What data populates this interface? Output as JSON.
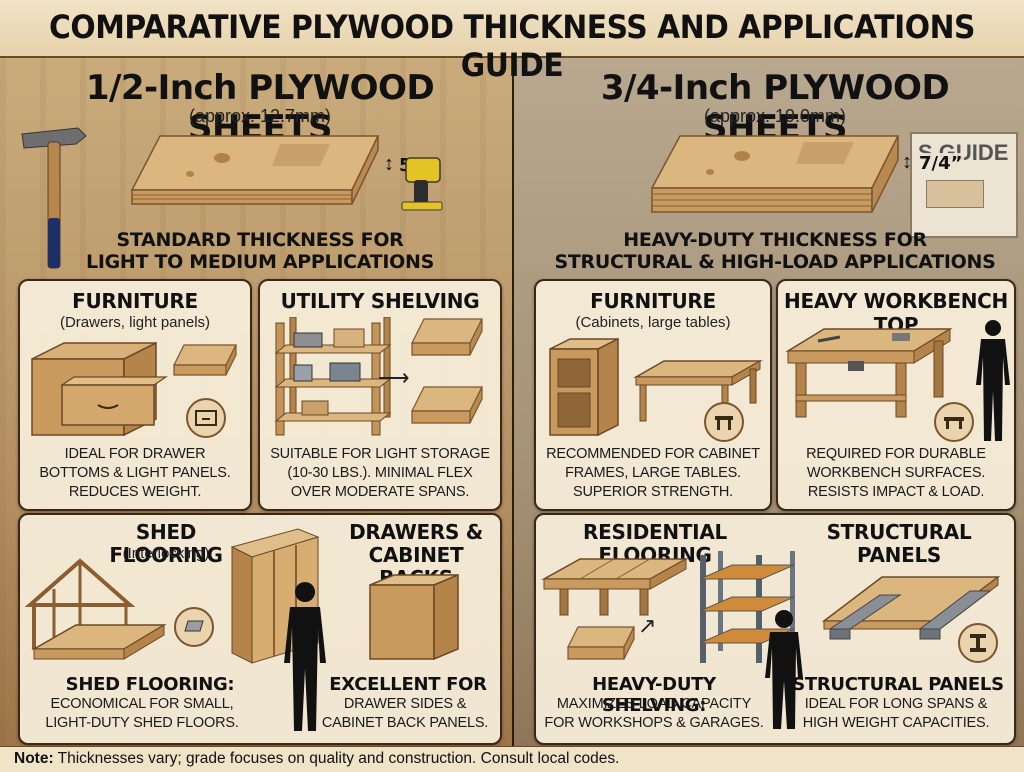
{
  "title": "COMPARATIVE PLYWOOD THICKNESS AND APPLICATIONS GUIDE",
  "left": {
    "heading": "1/2-Inch PLYWOOD SHEETS",
    "approx": "(approx. 12.7mm)",
    "thickness_label": "5”",
    "tagline_1": "STANDARD THICKNESS FOR",
    "tagline_2": "LIGHT TO MEDIUM APPLICATIONS",
    "cards": [
      {
        "title": "FURNITURE",
        "sub": "(Drawers, light panels)",
        "desc_1": "IDEAL FOR DRAWER",
        "desc_2": "BOTTOMS & LIGHT PANELS.",
        "desc_3": "REDUCES WEIGHT."
      },
      {
        "title": "UTILITY SHELVING",
        "desc_1": "SUITABLE FOR LIGHT STORAGE",
        "desc_2": "(10-30 lbs.). MINIMAL FLEX",
        "desc_3": "OVER MODERATE SPANS."
      }
    ],
    "bottom": {
      "shed_title": "SHED FLOORING",
      "shed_sub": "(Interlocking)",
      "drawers_title_1": "DRAWERS &",
      "drawers_title_2": "CABINET BACKS",
      "shed_head": "SHED FLOORING:",
      "shed_desc_1": "ECONOMICAL FOR SMALL,",
      "shed_desc_2": "LIGHT-DUTY SHED FLOORS.",
      "drawers_head": "EXCELLENT FOR",
      "drawers_desc_1": "DRAWER SIDES &",
      "drawers_desc_2": "CABINET BACK PANELS."
    }
  },
  "right": {
    "heading": "3/4-Inch PLYWOOD SHEETS",
    "approx": "(approx. 19.0mm)",
    "thickness_label": "7/4”",
    "guide_sign": "S GUIDE",
    "tagline_1": "HEAVY-DUTY THICKNESS FOR",
    "tagline_2": "STRUCTURAL & HIGH-LOAD APPLICATIONS",
    "cards": [
      {
        "title": "FURNITURE",
        "sub": "(Cabinets, large tables)",
        "desc_1": "RECOMMENDED FOR CABINET",
        "desc_2": "FRAMES, LARGE TABLES.",
        "desc_3": "SUPERIOR STRENGTH."
      },
      {
        "title": "HEAVY WORKBENCH TOP",
        "desc_1": "REQUIRED FOR DURABLE",
        "desc_2": "WORKBENCH SURFACES.",
        "desc_3": "RESISTS IMPACT & LOAD."
      }
    ],
    "bottom": {
      "flooring_title": "RESIDENTIAL FLOORING",
      "panels_title": "STRUCTURAL PANELS",
      "shelving_head": "HEAVY-DUTY SHELVING:",
      "shelving_desc_1": "MAXIMIZES LOAD CAPACITY",
      "shelving_desc_2": "FOR WORKSHOPS & GARAGES.",
      "panels_head": "STRUCTURAL PANELS",
      "panels_desc_1": "IDEAL FOR LONG SPANS &",
      "panels_desc_2": "HIGH WEIGHT CAPACITIES."
    }
  },
  "note": {
    "label": "Note:",
    "text": " Thicknesses vary; grade focuses on quality and construction. Consult local codes."
  },
  "icons": [
    "drawer-icon",
    "table-icon",
    "bench-icon",
    "tile-icon",
    "i-beam-icon",
    "person-silhouette-icon"
  ],
  "colors": {
    "wood": "#d9b27a",
    "wood_dark": "#a97a44",
    "ink": "#111111",
    "card": "#f6ecd8"
  }
}
